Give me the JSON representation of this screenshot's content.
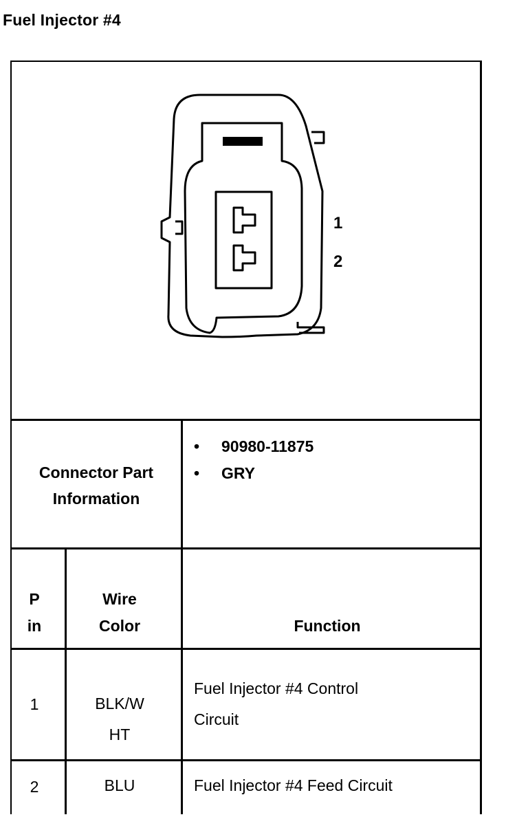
{
  "title": "Fuel Injector #4",
  "connector": {
    "pin_labels": [
      "1",
      "2"
    ]
  },
  "part_info": {
    "label_line1": "Connector Part",
    "label_line2": "Information",
    "items": [
      "90980-11875",
      "GRY"
    ]
  },
  "table": {
    "header": {
      "pin_line1": "P",
      "pin_line2": "in",
      "wire_line1": "Wire",
      "wire_line2": "Color",
      "function": "Function"
    },
    "rows": [
      {
        "pin": "1",
        "wire_line1": "BLK/W",
        "wire_line2": "HT",
        "function_line1": "Fuel Injector #4 Control",
        "function_line2": "Circuit"
      },
      {
        "pin": "2",
        "wire_line1": "BLU",
        "wire_line2": "",
        "function_line1": "Fuel Injector #4 Feed Circuit",
        "function_line2": ""
      }
    ]
  }
}
